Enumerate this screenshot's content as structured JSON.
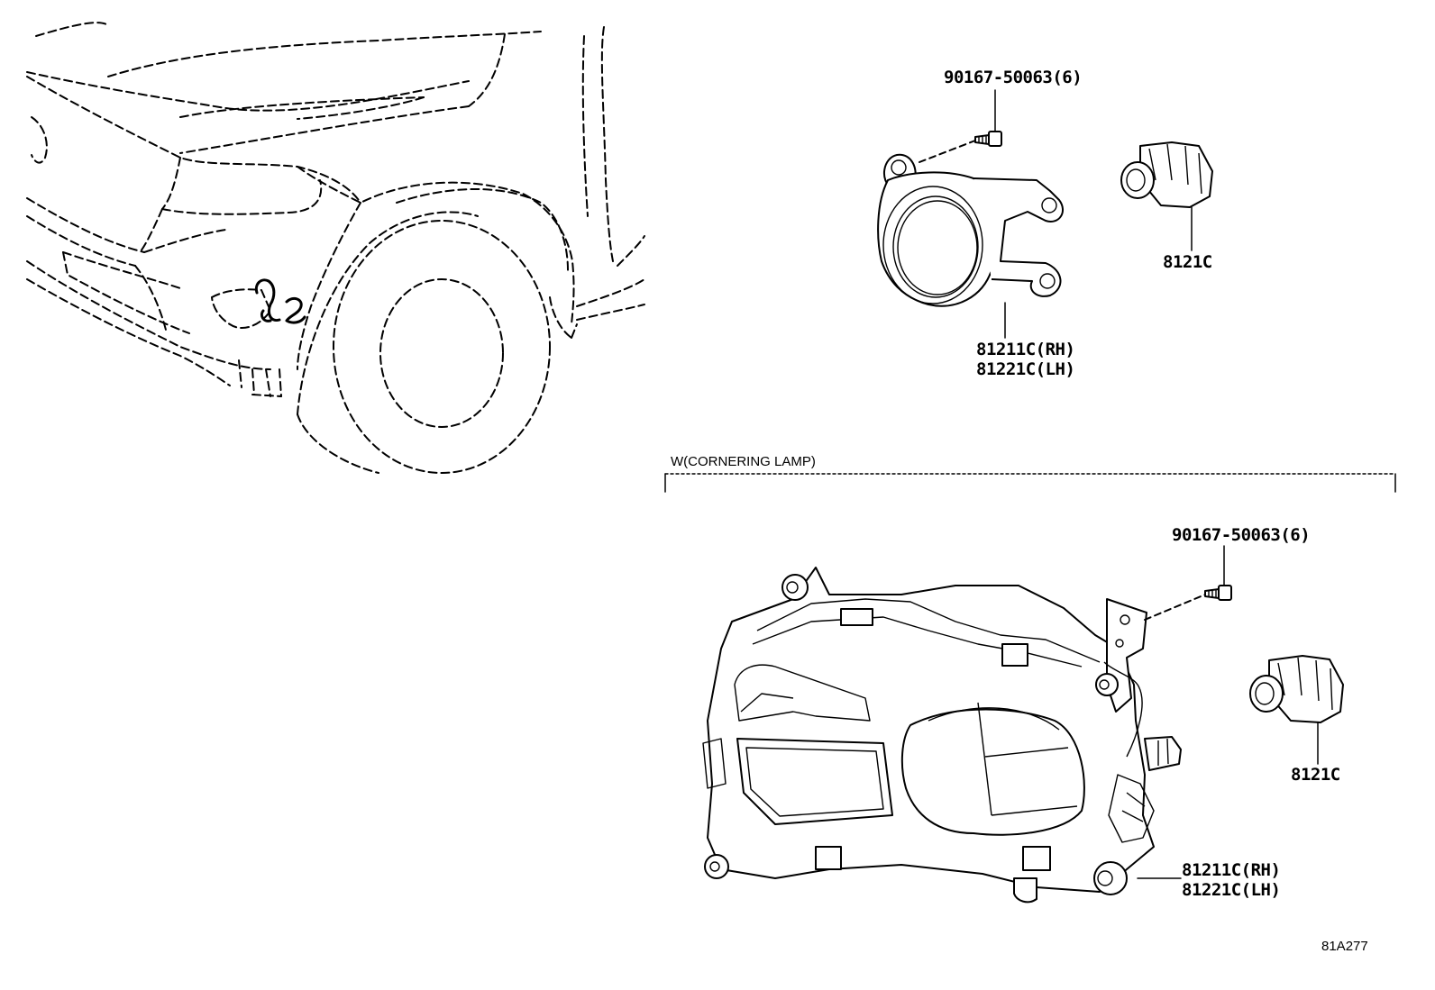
{
  "diagram": {
    "section_title": "W(CORNERING LAMP)",
    "reference_code": "81A277",
    "top_group": {
      "screw_label": "90167-50063(6)",
      "bulb_label": "8121C",
      "lamp_label_rh": "81211C(RH)",
      "lamp_label_lh": "81221C(LH)"
    },
    "bottom_group": {
      "screw_label": "90167-50063(6)",
      "bulb_label": "8121C",
      "lamp_label_rh": "81211C(RH)",
      "lamp_label_lh": "81221C(LH)"
    }
  }
}
